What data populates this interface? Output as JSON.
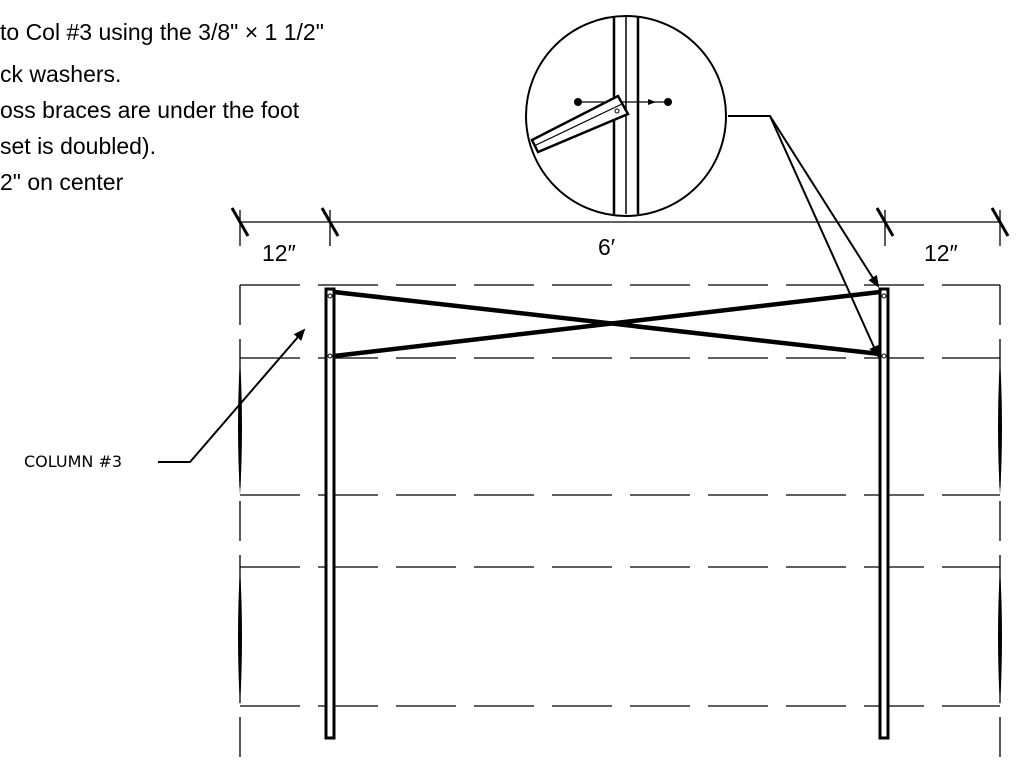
{
  "instructions": {
    "lines": [
      "to Col #3 using the 3/8\" × 1 1/2\"",
      "ck washers.",
      "oss braces are under the foot",
      "set is doubled).",
      "2\" on center"
    ]
  },
  "dimensions": {
    "left_overhang": "12″",
    "span": "6′",
    "right_overhang": "12″"
  },
  "callouts": {
    "column": "COLUMN #3"
  },
  "colors": {
    "line": "#000000",
    "background": "#ffffff"
  }
}
